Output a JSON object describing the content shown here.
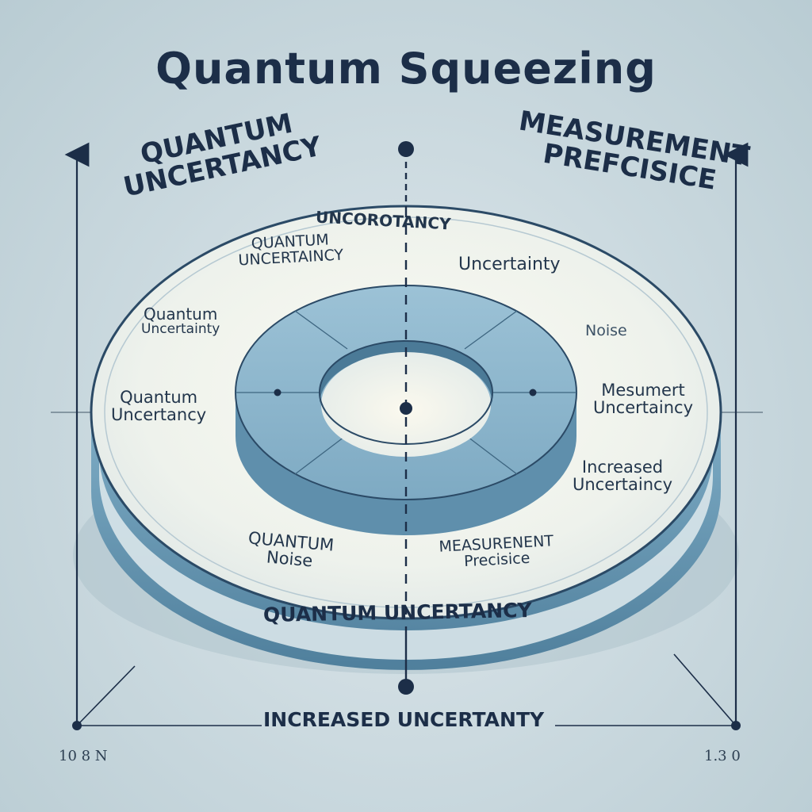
{
  "title": "Quantum Squeezing",
  "side_labels": {
    "left_top": [
      "QUANTUM",
      "UNCERTANCY"
    ],
    "right_top": [
      "MEASUREMENT",
      "PREFCISICE"
    ]
  },
  "ring_labels": {
    "top": "UNCOROTANCY",
    "upper_left": [
      "QUANTUM",
      "UNCERTAINCY"
    ],
    "upper_right": "Uncertainty",
    "mid_left": [
      "Quantum",
      "Uncertainty"
    ],
    "right_noise": "Noise",
    "left": [
      "Quantum",
      "Uncertancy"
    ],
    "right": [
      "Mesumert",
      "Uncertaincy"
    ],
    "right_lower": [
      "Increased",
      "Uncertaincy"
    ],
    "lower_left": [
      "QUANTUM",
      "Noise"
    ],
    "lower_right": [
      "MEASURENENT",
      "Precisice"
    ]
  },
  "rim_label": "QUANTUM UNCERTANCY",
  "bottom_label": "INCREASED UNCERTANTY",
  "axis_values": {
    "left": "10 8 N",
    "right": "1.3 0"
  },
  "colors": {
    "ink": "#1c2e48",
    "disk_face": "#edf1ef",
    "disk_side": "#6a9bb4",
    "ring_top": "#86b4cd",
    "ring_side": "#5f8fac"
  }
}
